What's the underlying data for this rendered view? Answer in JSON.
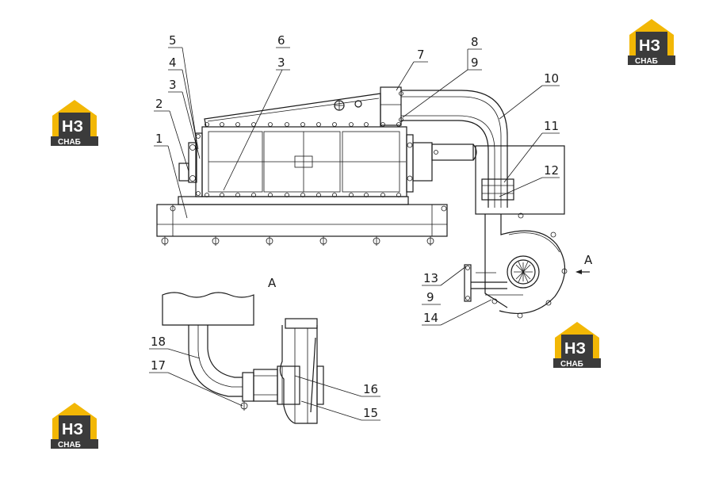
{
  "logo": {
    "big": "НЗ",
    "small": "СНАБ",
    "colors": {
      "gold": "#f2b705",
      "dark": "#3b3b3b"
    }
  },
  "labels": {
    "l1": "1",
    "l2": "2",
    "l3a": "3",
    "l4": "4",
    "l5": "5",
    "l6": "6",
    "l3b": "3",
    "l7": "7",
    "l8": "8",
    "l9a": "9",
    "l10": "10",
    "l11": "11",
    "l12": "12",
    "l13": "13",
    "l9b": "9",
    "l14": "14",
    "l15": "15",
    "l16": "16",
    "l17": "17",
    "l18": "18"
  },
  "views": {
    "section_mark": "A",
    "view_title": "A"
  }
}
